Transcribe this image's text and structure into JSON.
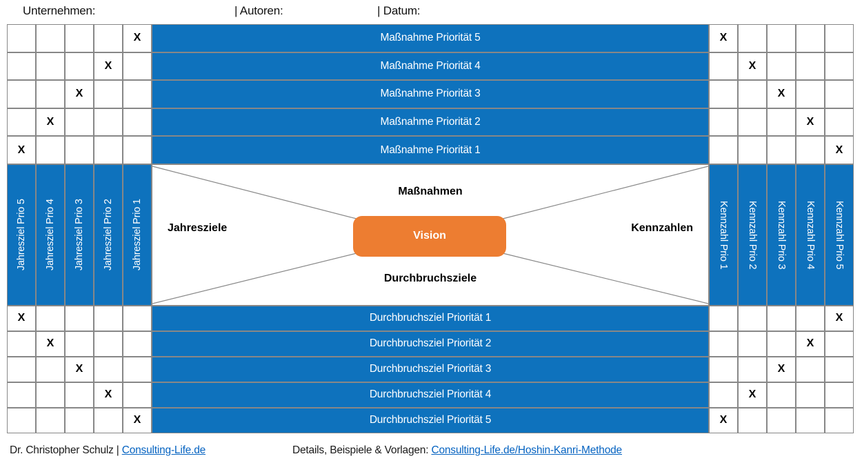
{
  "header": {
    "company_label": "Unternehmen:",
    "authors_label": "| Autoren:",
    "date_label": "| Datum:"
  },
  "matrix": {
    "x_mark": "X",
    "top_rows": [
      {
        "label": "Maßnahme Priorität 5",
        "left_x_col": 5,
        "right_x_col": 1
      },
      {
        "label": "Maßnahme Priorität 4",
        "left_x_col": 4,
        "right_x_col": 2
      },
      {
        "label": "Maßnahme Priorität 3",
        "left_x_col": 3,
        "right_x_col": 3
      },
      {
        "label": "Maßnahme Priorität 2",
        "left_x_col": 2,
        "right_x_col": 4
      },
      {
        "label": "Maßnahme Priorität 1",
        "left_x_col": 1,
        "right_x_col": 5
      }
    ],
    "bottom_rows": [
      {
        "label": "Durchbruchsziel Priorität 1",
        "left_x_col": 1,
        "right_x_col": 5
      },
      {
        "label": "Durchbruchsziel Priorität 2",
        "left_x_col": 2,
        "right_x_col": 4
      },
      {
        "label": "Durchbruchsziel Priorität 3",
        "left_x_col": 3,
        "right_x_col": 3
      },
      {
        "label": "Durchbruchsziel Priorität 4",
        "left_x_col": 4,
        "right_x_col": 2
      },
      {
        "label": "Durchbruchsziel Priorität 5",
        "left_x_col": 5,
        "right_x_col": 1
      }
    ],
    "left_columns": [
      "Jahresziel Prio 5",
      "Jahresziel Prio 4",
      "Jahresziel Prio 3",
      "Jahresziel Prio 2",
      "Jahresziel Prio 1"
    ],
    "right_columns": [
      "Kennzahl Prio 1",
      "Kennzahl Prio 2",
      "Kennzahl Prio 3",
      "Kennzahl Prio 4",
      "Kennzahl Prio 5"
    ],
    "center": {
      "top_label": "Maßnahmen",
      "left_label": "Jahresziele",
      "right_label": "Kennzahlen",
      "bottom_label": "Durchbruchsziele",
      "vision_label": "Vision"
    }
  },
  "footer": {
    "author_text": "Dr. Christopher Schulz | ",
    "author_link": "Consulting-Life.de",
    "details_text": "Details, Beispiele & Vorlagen: ",
    "details_link": "Consulting-Life.de/Hoshin-Kanri-Methode"
  },
  "colors": {
    "bar_blue": "#0E72BD",
    "vision_orange": "#ED7D31",
    "grid_border": "#878787",
    "link_blue": "#0563C1"
  }
}
